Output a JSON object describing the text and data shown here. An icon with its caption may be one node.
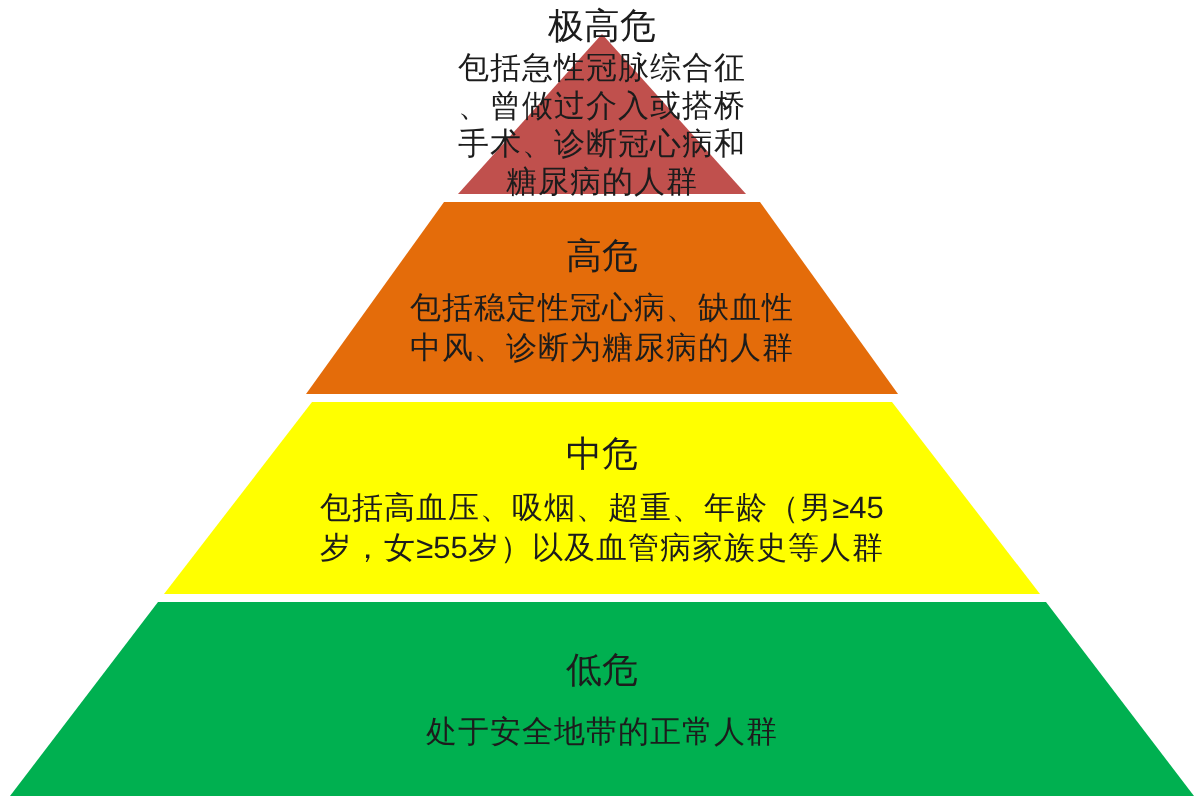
{
  "diagram": {
    "nodes": [
      {
        "text": [
          "极高危",
          "包括急性冠脉综合征、曾做过介入或搭桥手术、诊断冠心病和糖尿病的人群"
        ]
      },
      {
        "text": [
          "高危",
          "包括稳定性冠心病、缺血性中风、诊断为糖尿病的人群"
        ]
      },
      {
        "text": [
          "中危",
          "包括高血压、吸烟、超重、年龄（男≥45岁，女≥55岁）以及血管病家族史等人群"
        ]
      },
      {
        "text": [
          "低危",
          "处于安全地带的正常人群"
        ]
      }
    ]
  }
}
